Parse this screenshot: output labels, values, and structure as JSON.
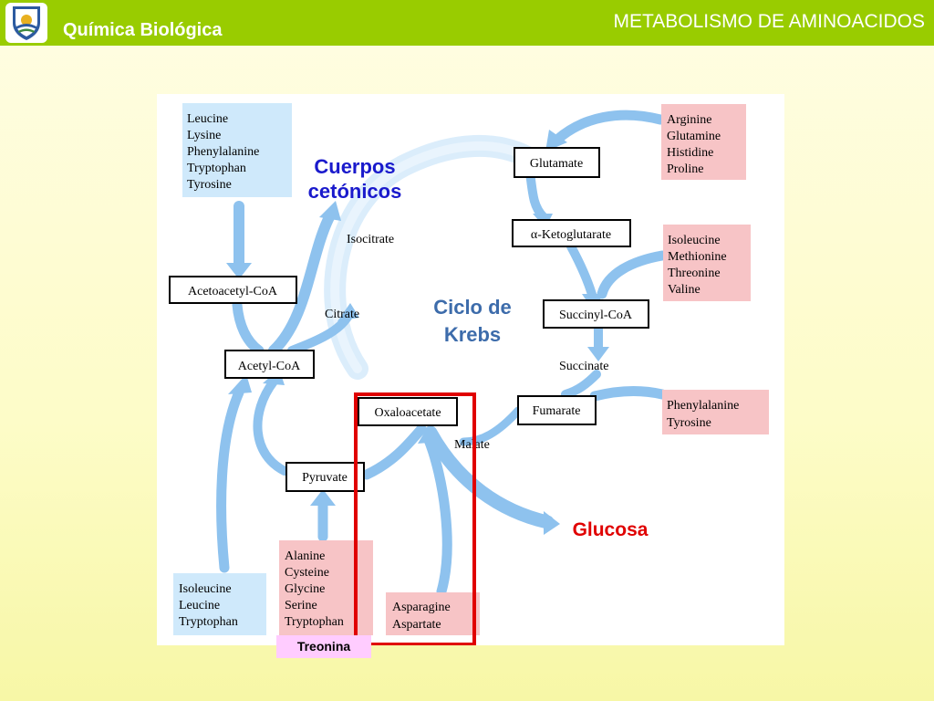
{
  "header": {
    "course_title": "Química Biológica",
    "topic_title": "METABOLISMO DE AMINOACIDOS",
    "logo_icon": "university-shield-logo",
    "bar_color": "#99cc00"
  },
  "diagram": {
    "nodes": {
      "glutamate": "Glutamate",
      "ketoglutarate": "α-Ketoglutarate",
      "succinyl_coa": "Succinyl-CoA",
      "fumarate": "Fumarate",
      "oxaloacetate": "Oxaloacetate",
      "acetoacetyl_coa": "Acetoacetyl-CoA",
      "acetyl_coa": "Acetyl-CoA",
      "pyruvate": "Pyruvate"
    },
    "intermediates": {
      "isocitrate": "Isocitrate",
      "citrate": "Citrate",
      "succinate": "Succinate",
      "malate": "Malate"
    },
    "amino_groups": {
      "ketogenic_top": [
        "Leucine",
        "Lysine",
        "Phenylalanine",
        "Tryptophan",
        "Tyrosine"
      ],
      "to_glutamate": [
        "Arginine",
        "Glutamine",
        "Histidine",
        "Proline"
      ],
      "to_succinyl": [
        "Isoleucine",
        "Methionine",
        "Threonine",
        "Valine"
      ],
      "to_fumarate": [
        "Phenylalanine",
        "Tyrosine"
      ],
      "to_acetyl_bottom": [
        "Isoleucine",
        "Leucine",
        "Tryptophan"
      ],
      "to_pyruvate": [
        "Alanine",
        "Cysteine",
        "Glycine",
        "Serine",
        "Tryptophan"
      ],
      "to_oxaloacetate": [
        "Asparagine",
        "Aspartate"
      ]
    },
    "overlays": {
      "ketone_bodies": [
        "Cuerpos",
        "cetónicos"
      ],
      "krebs_cycle": [
        "Ciclo de",
        "Krebs"
      ],
      "glucose": "Glucosa",
      "extra_label": "Treonina"
    },
    "colors": {
      "ketogenic_box": "#cfe9fb",
      "glucogenic_box": "#f7c4c6",
      "arrow": "#8ec2ee",
      "highlight_box": "#e00000",
      "ketone_label": "#1a1acc",
      "krebs_label": "#3d6cab",
      "glucose_label": "#e00000",
      "treonina_bg": "#ffccff"
    }
  }
}
